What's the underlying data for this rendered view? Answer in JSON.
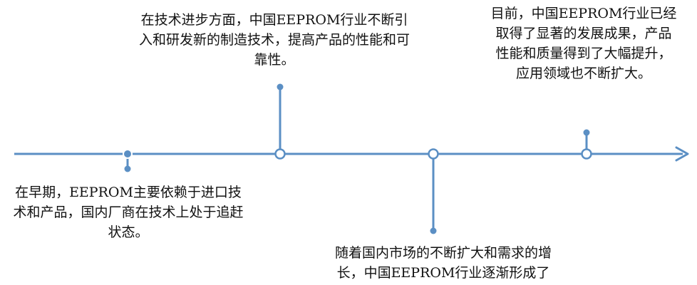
{
  "colors": {
    "line": "#5b8fc4",
    "text": "#111111",
    "background": "#ffffff"
  },
  "events": [
    {
      "id": "early",
      "text": "在早期，EEPROM主要依赖于进口技术和产品，国内厂商在技术上处于追赶状态。",
      "side": "below",
      "style": "filled-dot"
    },
    {
      "id": "tech-progress",
      "text": "在技术进步方面，中国EEPROM行业不断引入和研发新的制造技术，提高产品的性能和可靠性。",
      "side": "above",
      "style": "hollow-circle"
    },
    {
      "id": "market-growth",
      "text": "随着国内市场的不断扩大和需求的增长，中国EEPROM行业逐渐形成了",
      "side": "below",
      "style": "hollow-circle"
    },
    {
      "id": "current",
      "text": "目前，中国EEPROM行业已经取得了显著的发展成果，产品性能和质量得到了大幅提升，应用领域也不断扩大。",
      "side": "above",
      "style": "hollow-circle"
    }
  ]
}
